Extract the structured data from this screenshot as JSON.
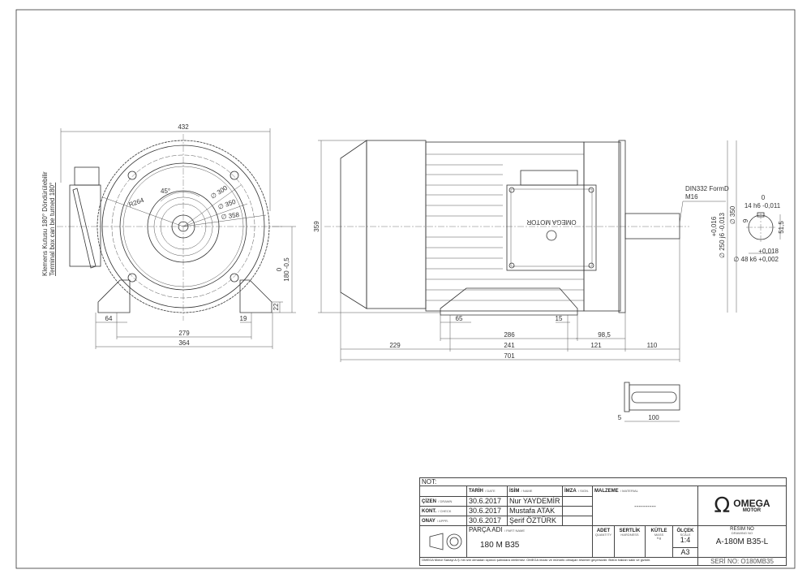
{
  "front_view": {
    "dims": {
      "width_432": "432",
      "r264": "R264",
      "angle": "45°",
      "d300": "∅ 300",
      "d350": "∅ 350",
      "d358": "∅ 358",
      "height_tol": "0",
      "height_180": "180 -0,5",
      "foot_22": "22",
      "foot_64": "64",
      "hole_19": "19",
      "span_279": "279",
      "span_364": "364"
    },
    "note_tr": "Klemens Kutusu 180° Döndürülebilir",
    "note_en": "Terminal box can be turned 180°"
  },
  "side_view": {
    "dims": {
      "h359": "359",
      "d65": "65",
      "d15": "15",
      "d286": "286",
      "d98": "98,5",
      "d229": "229",
      "d241": "241",
      "d121": "121",
      "d110": "110",
      "d701": "701",
      "flange_tol": "+0,016",
      "flange": "∅ 250 j6 -0,013",
      "flange350": "∅ 350"
    },
    "thread_note1": "DIN332 FormD",
    "thread_note2": "M16",
    "logo_text": "OMEGA MOTOR"
  },
  "shaft_section": {
    "key_tol": "0",
    "key": "14 h6 -0,011",
    "key_depth": "9",
    "height": "51,5",
    "tol_upper": "+0,018",
    "shaft": "∅ 48 k6 +0,002"
  },
  "shaft_detail": {
    "d5": "5",
    "d100": "100"
  },
  "title_block": {
    "not_label": "NOT:",
    "headers": {
      "date": "TARİH",
      "date_en": "/ DATE",
      "name": "İSİM",
      "name_en": "/ NAME",
      "sign": "İMZA",
      "sign_en": "/ SIGN.",
      "material": "MALZEME",
      "material_en": "/ MATERIAL"
    },
    "rows": [
      {
        "role": "ÇİZEN",
        "role_en": "/ DRAWN",
        "date": "30.6.2017",
        "name": "Nur YAYDEMİR"
      },
      {
        "role": "KONT.",
        "role_en": "/ CHECK",
        "date": "30.6.2017",
        "name": "Mustafa ATAK"
      },
      {
        "role": "ONAY",
        "role_en": "/ APPR.",
        "date": "30.6.2017",
        "name": "Şerif ÖZTÜRK"
      }
    ],
    "material_value": "----------",
    "part_label": "PARÇA ADI",
    "part_label_en": "/ PART NAME",
    "part_name": "180 M B35",
    "qty": "ADET",
    "qty_en": "QUANTITY",
    "hardness": "SERTLİK",
    "hardness_en": "HARDNESS",
    "mass": "KÜTLE",
    "mass_en": "MASS",
    "mass_unit": "Kg",
    "scale": "ÖLÇEK",
    "scale_en": "SCALE",
    "scale_value": "1:4",
    "sheet": "A3",
    "drawing_no_label": "RESİM NO",
    "drawing_no_label_en": "DRAWING NO",
    "drawing_no": "A-180M B35-L",
    "serial": "SERİ NO: O180MB35",
    "brand": "OMEGA",
    "brand_sub": "MOTOR",
    "footnote": "OMEGA Motor Sanayi A.Ş.'nin izni olmadan üçüncü şahıslara verilemez. OMEGA imzalı ve mühürlü olmayan resimler geçersizdir. Bütün hakları saklı ve gizlidir."
  }
}
